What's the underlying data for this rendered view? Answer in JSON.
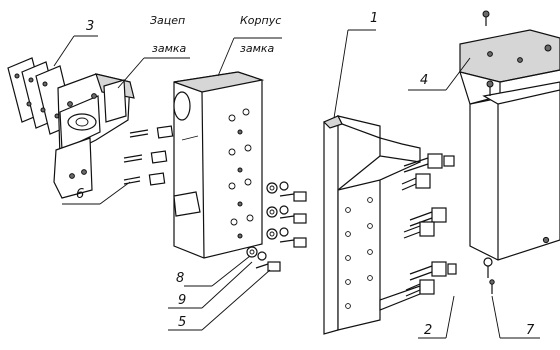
{
  "labels": {
    "l1": "1",
    "l2": "2",
    "l3": "3",
    "l4": "4",
    "l5": "5",
    "l6": "6",
    "l7": "7",
    "l8": "8",
    "l9": "9",
    "latch_line1": "Зацеп",
    "latch_line2": "замка",
    "body_line1": "Корпус",
    "body_line2": "замка"
  }
}
